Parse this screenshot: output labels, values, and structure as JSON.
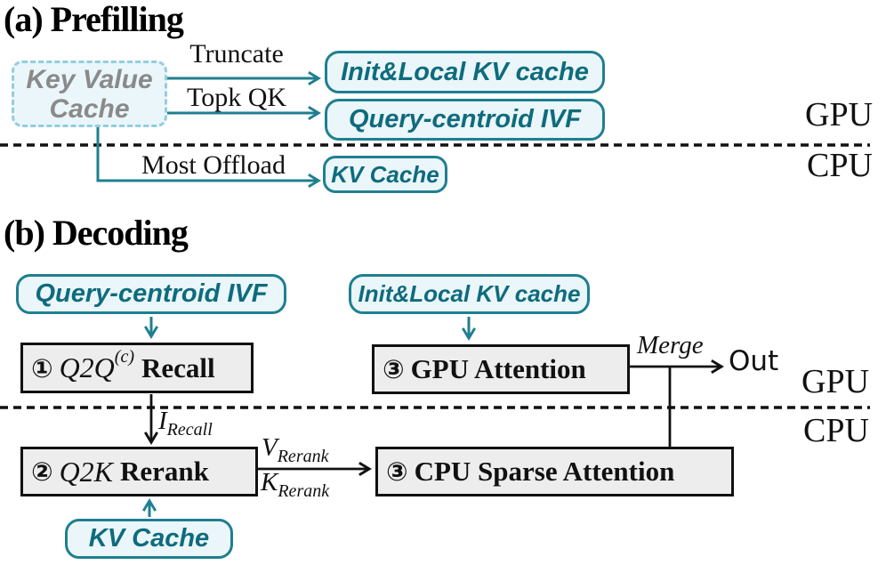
{
  "colors": {
    "teal_border": "#1F7F90",
    "teal_text": "#0E6B7D",
    "cache_box_fill": "#EAF6FA",
    "dashed_box_border": "#93CEDE",
    "source_text_gray": "#8A8A8A",
    "step_box_fill": "#EDEDED",
    "line_black": "#111111"
  },
  "prefilling": {
    "title": "(a) Prefilling",
    "source_box": {
      "line1": "Key Value",
      "line2": "Cache"
    },
    "edge_labels": {
      "truncate": "Truncate",
      "topk_qk": "Topk QK",
      "most_offload": "Most Offload"
    },
    "boxes": {
      "init_local": "Init&Local KV cache",
      "query_centroid_ivf": "Query-centroid IVF",
      "kv_cache": "KV Cache"
    },
    "zone_labels": {
      "gpu": "GPU",
      "cpu": "CPU"
    }
  },
  "decoding": {
    "title": "(b) Decoding",
    "cache_boxes": {
      "query_centroid_ivf": "Query-centroid IVF",
      "init_local": "Init&Local KV cache",
      "kv_cache": "KV Cache"
    },
    "steps": {
      "recall": {
        "num": "①",
        "math": "Q2Q",
        "sup": "(c)",
        "label": "Recall"
      },
      "rerank": {
        "num": "②",
        "math": "Q2K",
        "label": "Rerank"
      },
      "gpu_attention": {
        "num": "③",
        "label": "GPU Attention"
      },
      "cpu_sparse_attention": {
        "num": "③",
        "label": "CPU Sparse Attention"
      }
    },
    "edge_labels": {
      "i_recall": {
        "base": "I",
        "sub": "Recall"
      },
      "v_rerank": {
        "base": "V",
        "sub": "Rerank"
      },
      "k_rerank": {
        "base": "K",
        "sub": "Rerank"
      },
      "merge": "Merge",
      "out": "Out"
    },
    "zone_labels": {
      "gpu": "GPU",
      "cpu": "CPU"
    }
  }
}
